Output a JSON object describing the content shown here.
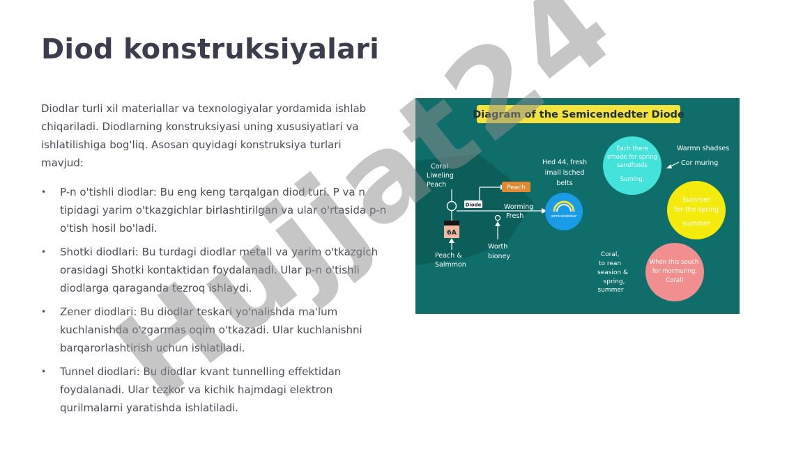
{
  "slide": {
    "title": "Diod konstruksiyalari",
    "intro": "Diodlar turli xil materiallar va texnologiyalar yordamida ishlab chiqariladi. Diodlarning konstruksiyasi uning xususiyatlari va ishlatilishiga bog'liq. Asosan quyidagi konstruksiya turlari mavjud:",
    "bullets": [
      "P-n o'tishli diodlar: Bu eng keng tarqalgan diod turi. P va n tipidagi yarim o'tkazgichlar birlashtirilgan va ular o'rtasida p-n o'tish hosil bo'ladi.",
      "Shotki diodlari: Bu turdagi diodlar metall va yarim o'tkazgich orasidagi Shotki kontaktidan foydalanadi. Ular p-n o'tishli diodlarga qaraganda tezroq ishlaydi.",
      "Zener diodlari: Bu diodlar teskari yo'nalishda ma'lum kuchlanishda o'zgarmas oqim o'tkazadi. Ular kuchlanishni barqarorlashtirish uchun ishlatiladi.",
      "Tunnel diodlari: Bu diodlar kvant tunnelling effektidan foydalanadi. Ular tezkor va kichik hajmdagi elektron qurilmalarni yaratishda ishlatiladi."
    ]
  },
  "diagram": {
    "title": "Diagram of the Semicendedter Diode",
    "labels": {
      "coral_line1": "Coral",
      "coral_line2": "Liweling",
      "coral_line3": "Peach",
      "peach_tag": "Peach",
      "diode_tag": "Diode",
      "battery": "6A",
      "peach_salmon1": "Peach &",
      "peach_salmon2": "Salmmon",
      "worming1": "Worming",
      "worming2": "Fresh",
      "worth1": "Worth",
      "worth2": "bioney",
      "hed1": "Hed 44, fresh",
      "hed2": "imall lsched",
      "hed3": "belts",
      "blue_circle": "semicendedsar",
      "teal1": "Each there",
      "teal2": "smode for spring",
      "teal3": "sandfoods",
      "teal4": "Suming.",
      "warm1": "Warmn shadses",
      "warm2": "Cor muring",
      "yellow1": "Summer",
      "yellow2": "for the spring",
      "yellow3": "summer",
      "coral_season1": "Coral,",
      "coral_season2": "to rean",
      "coral_season3": "seasion &",
      "coral_season4": "spring,",
      "coral_season5": "summer",
      "pink1": "When this souch",
      "pink2": "for mormuring,",
      "pink3": "Coral)"
    },
    "colors": {
      "background": "#0f6e6a",
      "title_bar": "#f3e33c",
      "teal_circle": "#43e3dc",
      "yellow_circle": "#f4ea0c",
      "pink_circle": "#f08e90",
      "blue_circle": "#1a9be8",
      "peach_tag": "#e1892e"
    }
  },
  "watermark": {
    "text": "Hujjat24"
  }
}
